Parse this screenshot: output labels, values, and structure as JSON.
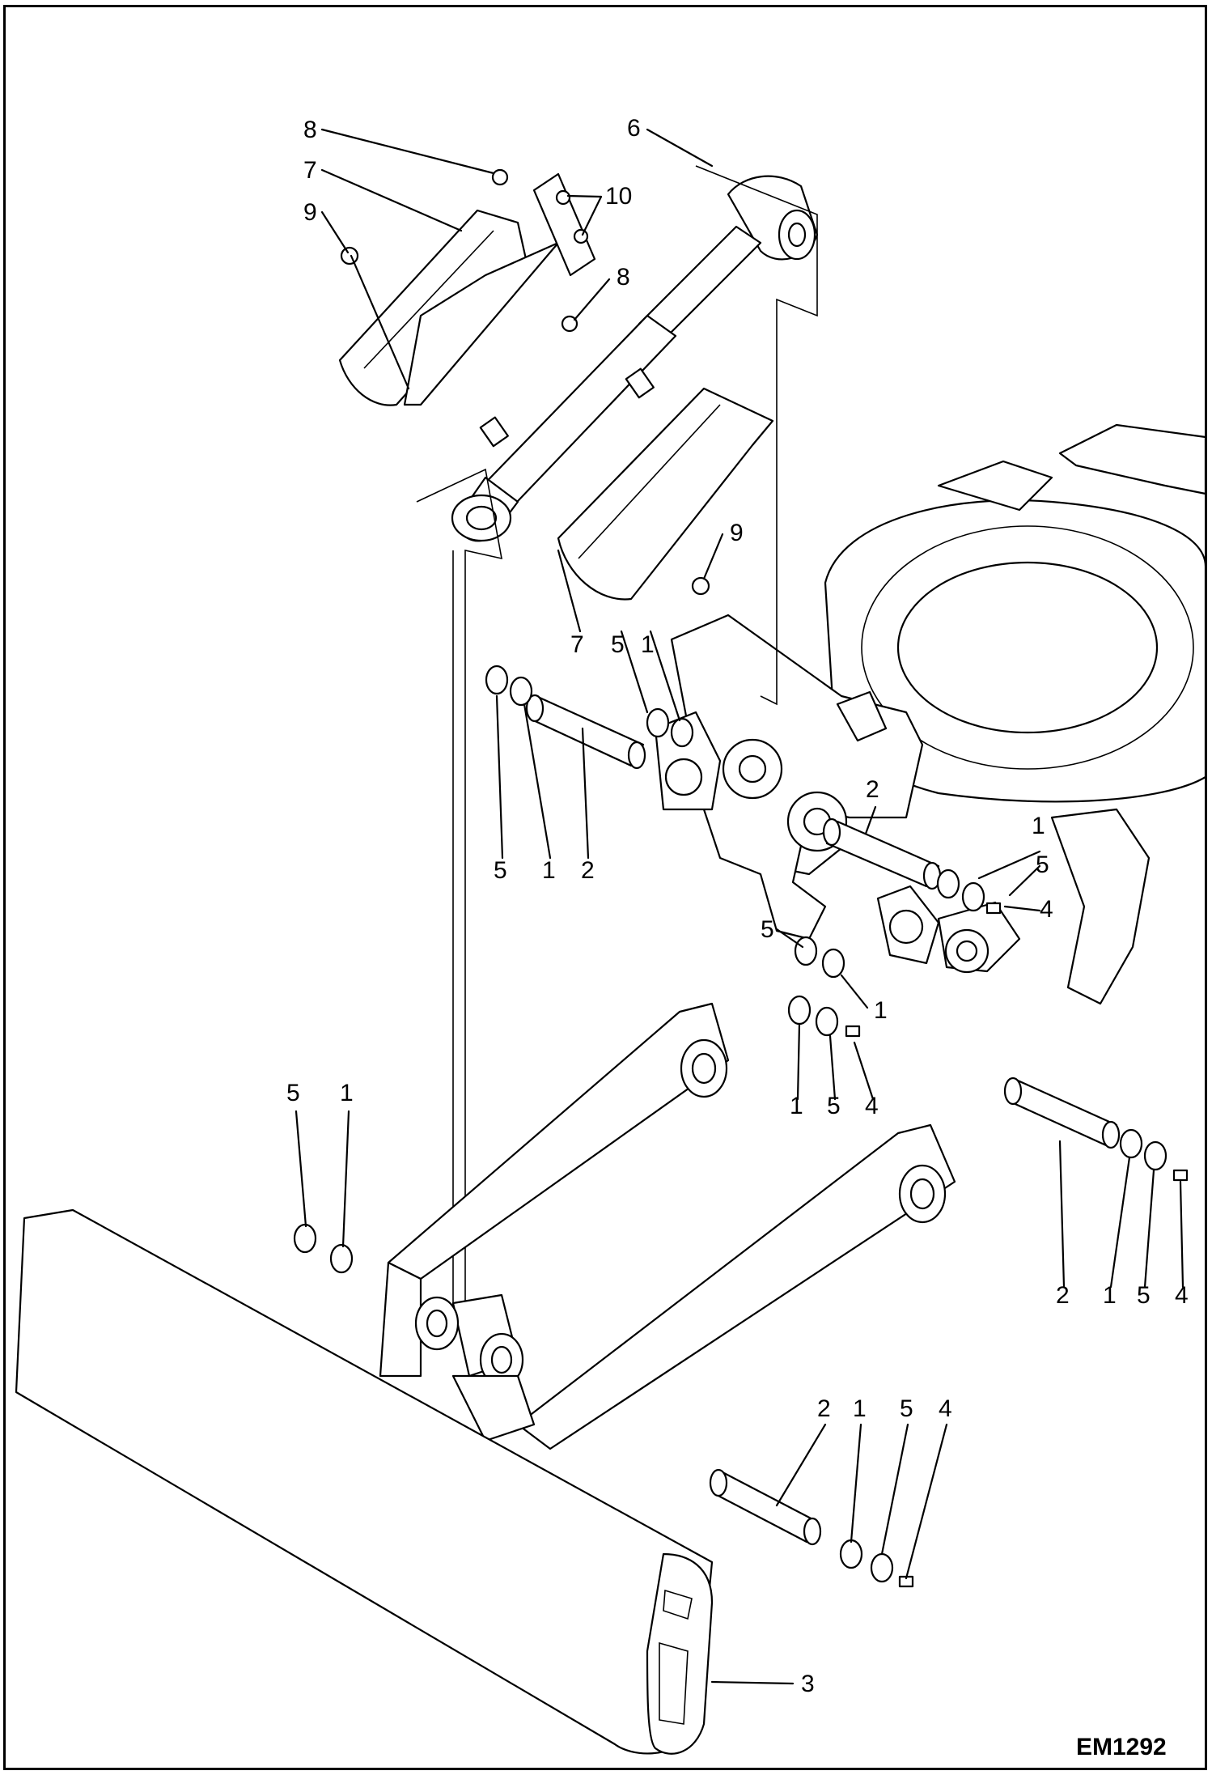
{
  "drawing": {
    "code": "EM1292",
    "callouts": [
      {
        "id": "c8a",
        "text": "8"
      },
      {
        "id": "c7a",
        "text": "7"
      },
      {
        "id": "c9a",
        "text": "9"
      },
      {
        "id": "c6",
        "text": "6"
      },
      {
        "id": "c10",
        "text": "10"
      },
      {
        "id": "c8b",
        "text": "8"
      },
      {
        "id": "c9b",
        "text": "9"
      },
      {
        "id": "c7b",
        "text": "7"
      },
      {
        "id": "c5a",
        "text": "5"
      },
      {
        "id": "c1a",
        "text": "1"
      },
      {
        "id": "c5b",
        "text": "5"
      },
      {
        "id": "c1b",
        "text": "1"
      },
      {
        "id": "c2b",
        "text": "2"
      },
      {
        "id": "c2c",
        "text": "2"
      },
      {
        "id": "c1c",
        "text": "1"
      },
      {
        "id": "c5c",
        "text": "5"
      },
      {
        "id": "c4c",
        "text": "4"
      },
      {
        "id": "c5d",
        "text": "5"
      },
      {
        "id": "c1d",
        "text": "1"
      },
      {
        "id": "c1e",
        "text": "1"
      },
      {
        "id": "c5e",
        "text": "5"
      },
      {
        "id": "c4e",
        "text": "4"
      },
      {
        "id": "c5f",
        "text": "5"
      },
      {
        "id": "c1f",
        "text": "1"
      },
      {
        "id": "c2g",
        "text": "2"
      },
      {
        "id": "c1g",
        "text": "1"
      },
      {
        "id": "c5g",
        "text": "5"
      },
      {
        "id": "c4g",
        "text": "4"
      },
      {
        "id": "c2h",
        "text": "2"
      },
      {
        "id": "c1h",
        "text": "1"
      },
      {
        "id": "c5h",
        "text": "5"
      },
      {
        "id": "c4h",
        "text": "4"
      },
      {
        "id": "c3",
        "text": "3"
      }
    ]
  },
  "colors": {
    "line": "#000000",
    "background": "#ffffff"
  }
}
